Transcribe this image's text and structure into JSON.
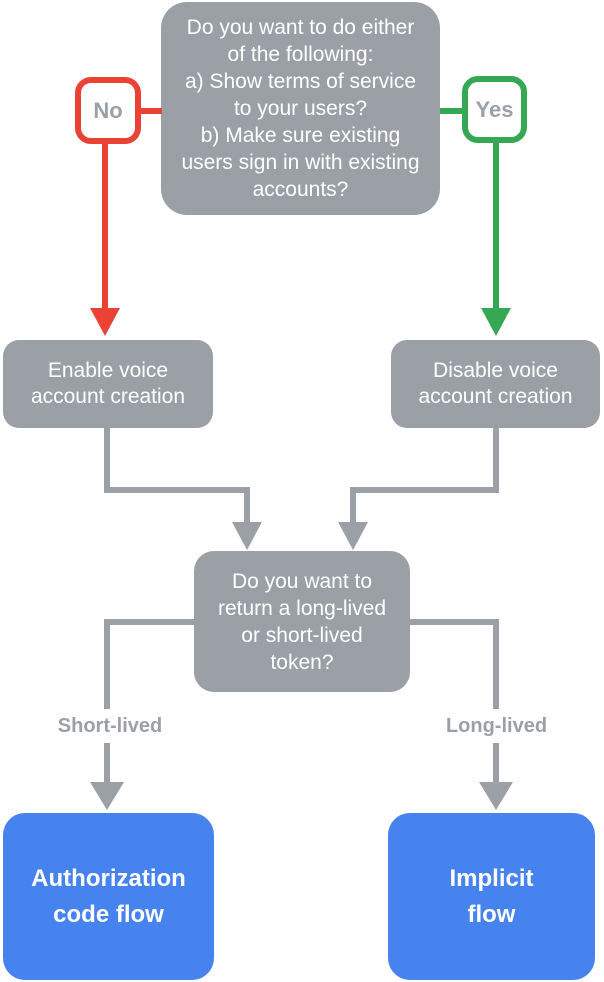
{
  "palette": {
    "node_gray": "#9AA0A6",
    "no_red": "#EA4335",
    "yes_green": "#34A853",
    "result_blue": "#4683EE",
    "node_text_white": "#FFFFFF",
    "muted_label_gray": "#9AA0A6",
    "background": "#FFFFFF"
  },
  "flowchart": {
    "top_question": {
      "text": "Do you want to do either\nof the following:\na) Show terms of service\nto your users?\nb) Make sure existing\nusers sign in with existing\naccounts?"
    },
    "no_badge": {
      "label": "No"
    },
    "yes_badge": {
      "label": "Yes"
    },
    "enable_voice": {
      "text": "Enable voice\naccount creation"
    },
    "disable_voice": {
      "text": "Disable voice\naccount creation"
    },
    "token_question": {
      "text": "Do you want to\nreturn a long-lived\nor short-lived\ntoken?"
    },
    "short_lived": {
      "label": "Short-lived"
    },
    "long_lived": {
      "label": "Long-lived"
    },
    "authorization_code_flow": {
      "text": "Authorization\ncode flow"
    },
    "implicit_flow": {
      "text": "Implicit\nflow"
    }
  }
}
